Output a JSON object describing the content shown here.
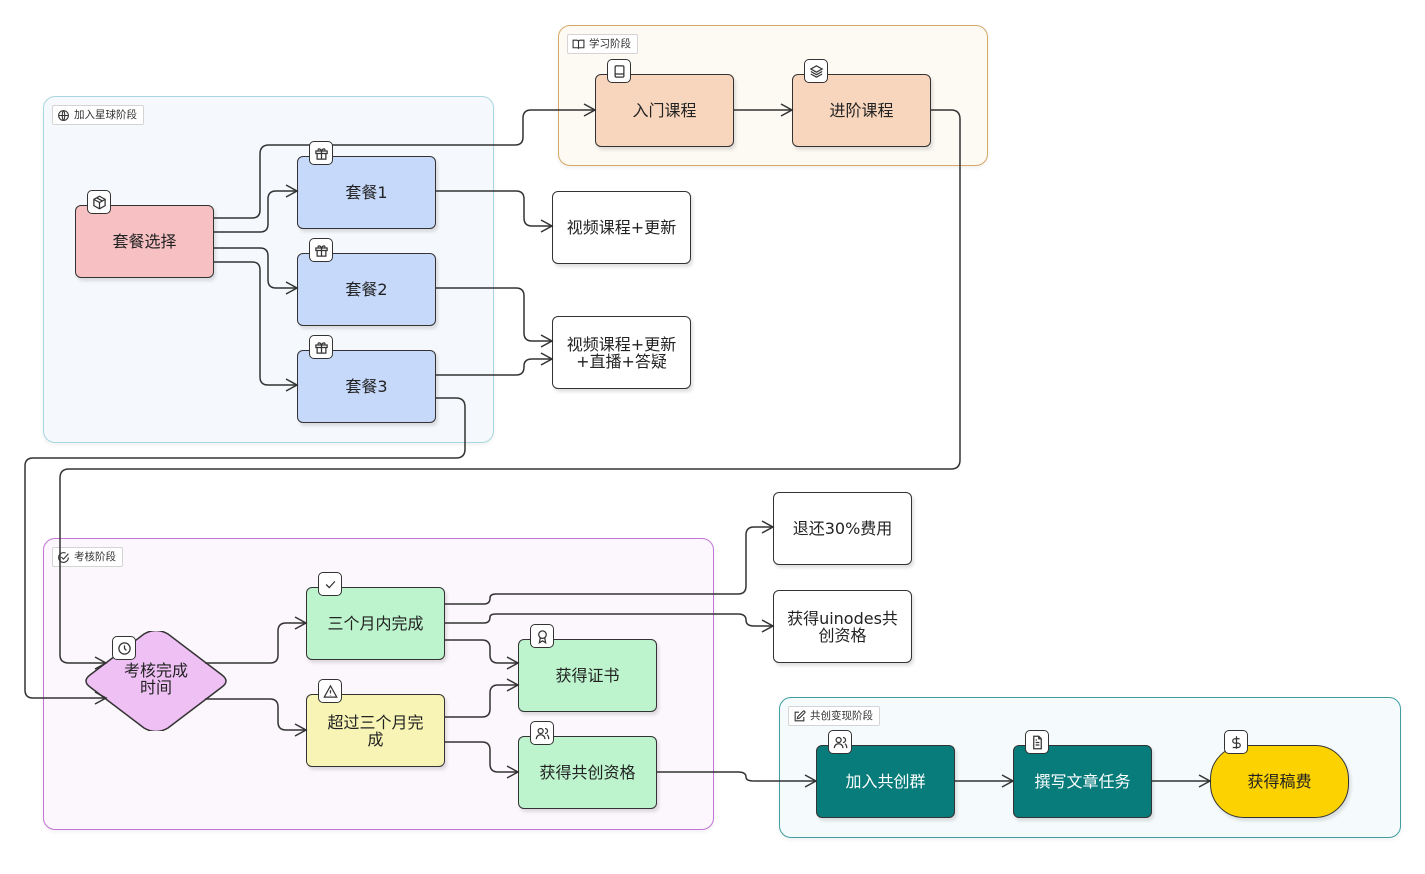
{
  "diagram": {
    "type": "flowchart",
    "groups": {
      "join": {
        "label": "加入星球阶段",
        "icon": "globe-icon",
        "color": "#a9d7df"
      },
      "learn": {
        "label": "学习阶段",
        "icon": "book-open-icon",
        "color": "#d6a865"
      },
      "exam": {
        "label": "考核阶段",
        "icon": "circle-check-icon",
        "color": "#c473d6"
      },
      "earn": {
        "label": "共创变现阶段",
        "icon": "edit-icon",
        "color": "#3f9ea0"
      }
    },
    "nodes": {
      "package_choice": {
        "label": "套餐选择",
        "icon": "package-icon",
        "fill": "#f7c1c3"
      },
      "package1": {
        "label": "套餐1",
        "icon": "gift-icon",
        "fill": "#c6d9fa"
      },
      "package2": {
        "label": "套餐2",
        "icon": "gift-icon",
        "fill": "#c6d9fa"
      },
      "package3": {
        "label": "套餐3",
        "icon": "gift-icon",
        "fill": "#c6d9fa"
      },
      "benefit1": {
        "label": "视频课程+更新",
        "fill": "#ffffff"
      },
      "benefit2": {
        "label": "视频课程+更新\n+直播+答疑",
        "fill": "#ffffff"
      },
      "intro_course": {
        "label": "入门课程",
        "icon": "book-icon",
        "fill": "#f8d6bd"
      },
      "advanced_course": {
        "label": "进阶课程",
        "icon": "layers-icon",
        "fill": "#f8d6bd"
      },
      "exam_time": {
        "label": "考核完成\n时间",
        "icon": "clock-icon",
        "fill": "#efc0f4",
        "shape": "diamond"
      },
      "within_3_months": {
        "label": "三个月内完成",
        "icon": "check-icon",
        "fill": "#bdf4cd"
      },
      "over_3_months": {
        "label": "超过三个月完\n成",
        "icon": "warning-icon",
        "fill": "#f7f4b5"
      },
      "refund": {
        "label": "退还30%费用",
        "fill": "#ffffff"
      },
      "uinodes_qual": {
        "label": "获得uinodes共\n创资格",
        "fill": "#ffffff"
      },
      "certificate": {
        "label": "获得证书",
        "icon": "award-icon",
        "fill": "#bdf4cd"
      },
      "cocreate_qual": {
        "label": "获得共创资格",
        "icon": "users-icon",
        "fill": "#bdf4cd"
      },
      "join_group": {
        "label": "加入共创群",
        "icon": "users-icon",
        "fill": "#087b7b"
      },
      "write_task": {
        "label": "撰写文章任务",
        "icon": "file-text-icon",
        "fill": "#087b7b"
      },
      "get_fee": {
        "label": "获得稿费",
        "icon": "dollar-icon",
        "fill": "#fcd300"
      }
    },
    "edges": [
      [
        "package_choice",
        "intro_course"
      ],
      [
        "package_choice",
        "package1"
      ],
      [
        "package_choice",
        "package2"
      ],
      [
        "package_choice",
        "package3"
      ],
      [
        "package1",
        "benefit1"
      ],
      [
        "package2",
        "benefit2"
      ],
      [
        "package3",
        "benefit2"
      ],
      [
        "package3",
        "exam_time"
      ],
      [
        "intro_course",
        "advanced_course"
      ],
      [
        "advanced_course",
        "exam_time"
      ],
      [
        "exam_time",
        "within_3_months"
      ],
      [
        "exam_time",
        "over_3_months"
      ],
      [
        "within_3_months",
        "refund"
      ],
      [
        "within_3_months",
        "uinodes_qual"
      ],
      [
        "within_3_months",
        "certificate"
      ],
      [
        "over_3_months",
        "certificate"
      ],
      [
        "over_3_months",
        "cocreate_qual"
      ],
      [
        "cocreate_qual",
        "join_group"
      ],
      [
        "join_group",
        "write_task"
      ],
      [
        "write_task",
        "get_fee"
      ]
    ]
  }
}
